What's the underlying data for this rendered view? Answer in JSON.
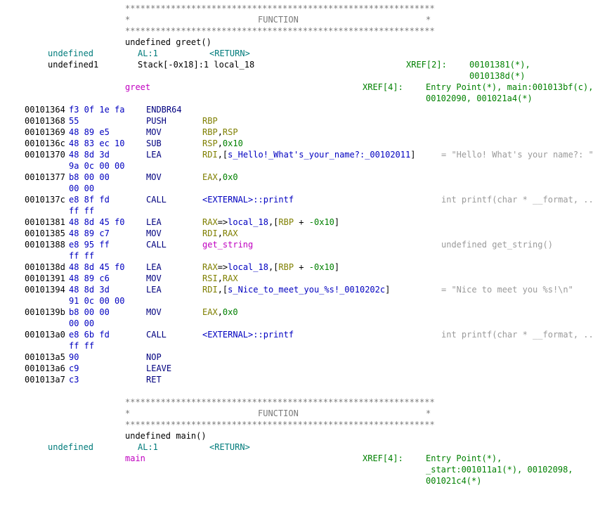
{
  "headers": {
    "stars": "*************************************************************",
    "left_star": "*",
    "right_star": "*",
    "function_label": "FUNCTION"
  },
  "greet": {
    "signature": "undefined greet()",
    "return_var": {
      "type": "undefined",
      "storage": "AL:1",
      "name": "<RETURN>"
    },
    "local_var": {
      "type": "undefined1",
      "storage": "Stack[-0x18]:1 local_18",
      "xref_label": "XREF[2]:",
      "xrefs": [
        "00101381(*),",
        "0010138d(*)"
      ]
    },
    "label": "greet",
    "label_xref": "XREF[4]:",
    "label_xrefs": [
      "Entry Point(*), main:001013bf(c),",
      "00102090, 001021a4(*)"
    ]
  },
  "instructions": [
    {
      "addr": "00101364",
      "bytes": "f3 0f 1e fa",
      "mnem": "ENDBR64",
      "ops": [],
      "cmt": ""
    },
    {
      "addr": "00101368",
      "bytes": "55",
      "mnem": "PUSH",
      "ops": [
        {
          "t": "RBP",
          "k": "reg"
        }
      ],
      "cmt": ""
    },
    {
      "addr": "00101369",
      "bytes": "48 89 e5",
      "mnem": "MOV",
      "ops": [
        {
          "t": "RBP",
          "k": "reg"
        },
        {
          "t": ",",
          "k": "plain"
        },
        {
          "t": "RSP",
          "k": "reg"
        }
      ],
      "cmt": ""
    },
    {
      "addr": "0010136c",
      "bytes": "48 83 ec 10",
      "mnem": "SUB",
      "ops": [
        {
          "t": "RSP",
          "k": "reg"
        },
        {
          "t": ",",
          "k": "plain"
        },
        {
          "t": "0x10",
          "k": "num"
        }
      ],
      "cmt": ""
    },
    {
      "addr": "00101370",
      "bytes": "48 8d 3d",
      "mnem": "LEA",
      "ops": [
        {
          "t": "RDI",
          "k": "reg"
        },
        {
          "t": ",[",
          "k": "plain"
        },
        {
          "t": "s_Hello!_What's_your_name?:_00102011",
          "k": "sym"
        },
        {
          "t": "]",
          "k": "plain"
        }
      ],
      "cmt": "= \"Hello! What's your name?: \""
    },
    {
      "addr": "",
      "bytes": "9a 0c 00 00",
      "mnem": "",
      "ops": [],
      "cmt": ""
    },
    {
      "addr": "00101377",
      "bytes": "b8 00 00",
      "mnem": "MOV",
      "ops": [
        {
          "t": "EAX",
          "k": "reg"
        },
        {
          "t": ",",
          "k": "plain"
        },
        {
          "t": "0x0",
          "k": "num"
        }
      ],
      "cmt": ""
    },
    {
      "addr": "",
      "bytes": "00 00",
      "mnem": "",
      "ops": [],
      "cmt": ""
    },
    {
      "addr": "0010137c",
      "bytes": "e8 8f fd",
      "mnem": "CALL",
      "ops": [
        {
          "t": "<EXTERNAL>::printf",
          "k": "sym"
        }
      ],
      "cmt": "int printf(char * __format, ..."
    },
    {
      "addr": "",
      "bytes": "ff ff",
      "mnem": "",
      "ops": [],
      "cmt": ""
    },
    {
      "addr": "00101381",
      "bytes": "48 8d 45 f0",
      "mnem": "LEA",
      "ops": [
        {
          "t": "RAX",
          "k": "reg"
        },
        {
          "t": "=>",
          "k": "plain"
        },
        {
          "t": "local_18",
          "k": "sym"
        },
        {
          "t": ",[",
          "k": "plain"
        },
        {
          "t": "RBP",
          "k": "reg"
        },
        {
          "t": " + ",
          "k": "plain"
        },
        {
          "t": "-0x10",
          "k": "num"
        },
        {
          "t": "]",
          "k": "plain"
        }
      ],
      "cmt": ""
    },
    {
      "addr": "00101385",
      "bytes": "48 89 c7",
      "mnem": "MOV",
      "ops": [
        {
          "t": "RDI",
          "k": "reg"
        },
        {
          "t": ",",
          "k": "plain"
        },
        {
          "t": "RAX",
          "k": "reg"
        }
      ],
      "cmt": ""
    },
    {
      "addr": "00101388",
      "bytes": "e8 95 ff",
      "mnem": "CALL",
      "ops": [
        {
          "t": "get_string",
          "k": "sym-fn"
        }
      ],
      "cmt": "undefined get_string()"
    },
    {
      "addr": "",
      "bytes": "ff ff",
      "mnem": "",
      "ops": [],
      "cmt": ""
    },
    {
      "addr": "0010138d",
      "bytes": "48 8d 45 f0",
      "mnem": "LEA",
      "ops": [
        {
          "t": "RAX",
          "k": "reg"
        },
        {
          "t": "=>",
          "k": "plain"
        },
        {
          "t": "local_18",
          "k": "sym"
        },
        {
          "t": ",[",
          "k": "plain"
        },
        {
          "t": "RBP",
          "k": "reg"
        },
        {
          "t": " + ",
          "k": "plain"
        },
        {
          "t": "-0x10",
          "k": "num"
        },
        {
          "t": "]",
          "k": "plain"
        }
      ],
      "cmt": ""
    },
    {
      "addr": "00101391",
      "bytes": "48 89 c6",
      "mnem": "MOV",
      "ops": [
        {
          "t": "RSI",
          "k": "reg"
        },
        {
          "t": ",",
          "k": "plain"
        },
        {
          "t": "RAX",
          "k": "reg"
        }
      ],
      "cmt": ""
    },
    {
      "addr": "00101394",
      "bytes": "48 8d 3d",
      "mnem": "LEA",
      "ops": [
        {
          "t": "RDI",
          "k": "reg"
        },
        {
          "t": ",[",
          "k": "plain"
        },
        {
          "t": "s_Nice_to_meet_you_%s!_0010202c",
          "k": "sym"
        },
        {
          "t": "]",
          "k": "plain"
        }
      ],
      "cmt": "= \"Nice to meet you %s!\\n\""
    },
    {
      "addr": "",
      "bytes": "91 0c 00 00",
      "mnem": "",
      "ops": [],
      "cmt": ""
    },
    {
      "addr": "0010139b",
      "bytes": "b8 00 00",
      "mnem": "MOV",
      "ops": [
        {
          "t": "EAX",
          "k": "reg"
        },
        {
          "t": ",",
          "k": "plain"
        },
        {
          "t": "0x0",
          "k": "num"
        }
      ],
      "cmt": ""
    },
    {
      "addr": "",
      "bytes": "00 00",
      "mnem": "",
      "ops": [],
      "cmt": ""
    },
    {
      "addr": "001013a0",
      "bytes": "e8 6b fd",
      "mnem": "CALL",
      "ops": [
        {
          "t": "<EXTERNAL>::printf",
          "k": "sym"
        }
      ],
      "cmt": "int printf(char * __format, ..."
    },
    {
      "addr": "",
      "bytes": "ff ff",
      "mnem": "",
      "ops": [],
      "cmt": ""
    },
    {
      "addr": "001013a5",
      "bytes": "90",
      "mnem": "NOP",
      "ops": [],
      "cmt": ""
    },
    {
      "addr": "001013a6",
      "bytes": "c9",
      "mnem": "LEAVE",
      "ops": [],
      "cmt": ""
    },
    {
      "addr": "001013a7",
      "bytes": "c3",
      "mnem": "RET",
      "ops": [],
      "cmt": ""
    }
  ],
  "main": {
    "signature": "undefined main()",
    "return_var": {
      "type": "undefined",
      "storage": "AL:1",
      "name": "<RETURN>"
    },
    "label": "main",
    "label_xref": "XREF[4]:",
    "label_xrefs": [
      "Entry Point(*),",
      "_start:001011a1(*), 00102098,",
      "001021c4(*)"
    ]
  }
}
